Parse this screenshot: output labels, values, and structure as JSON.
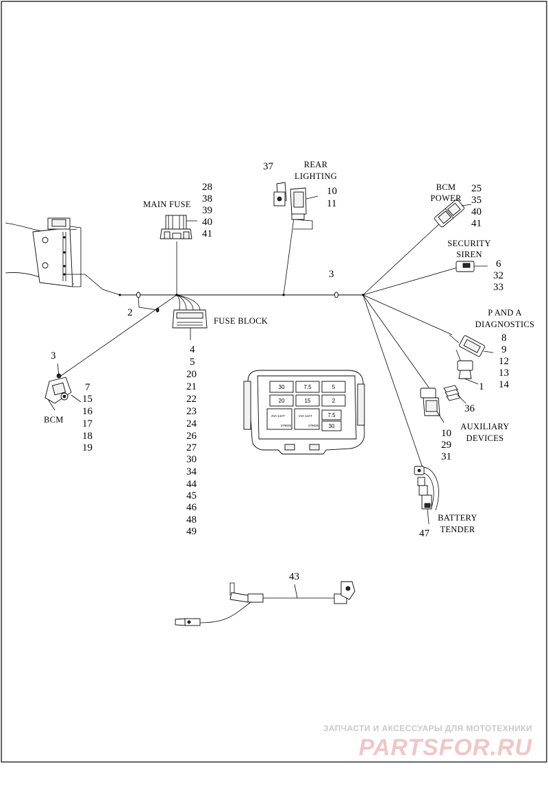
{
  "callouts": {
    "part_37": "37",
    "rear_lighting_line1": "REAR",
    "rear_lighting_line2": "LIGHTING",
    "rear_lighting_nums": [
      "10",
      "11"
    ],
    "main_fuse": "MAIN FUSE",
    "main_fuse_nums": [
      "28",
      "38",
      "39",
      "40",
      "41"
    ],
    "bcm_power_line1": "BCM",
    "bcm_power_line2": "POWER",
    "bcm_power_nums": [
      "25",
      "35",
      "40",
      "41"
    ],
    "security_siren_line1": "SECURITY",
    "security_siren_line2": "SIREN",
    "security_siren_nums": [
      "6",
      "32",
      "33"
    ],
    "trunk_3_right": "3",
    "trunk_2": "2",
    "bcm_3": "3",
    "fuse_block": "FUSE BLOCK",
    "fuse_block_nums": [
      "4",
      "5",
      "20",
      "21",
      "22",
      "23",
      "24",
      "26",
      "27",
      "30",
      "34",
      "44",
      "45",
      "46",
      "48",
      "49"
    ],
    "p_and_a_line1": "P AND A",
    "p_and_a_line2": "DIAGNOSTICS",
    "p_and_a_nums": [
      "8",
      "9",
      "12",
      "13",
      "14"
    ],
    "part_1": "1",
    "part_36": "36",
    "aux_line1": "AUXILIARY",
    "aux_line2": "DEVICES",
    "aux_nums": [
      "10",
      "29",
      "31"
    ],
    "bcm": "BCM",
    "bcm_nums": [
      "7",
      "15",
      "16",
      "17",
      "18",
      "19"
    ],
    "battery_line1": "BATTERY",
    "battery_line2": "TENDER",
    "part_47": "47",
    "part_43": "43"
  },
  "fuse_panel": {
    "fuses": [
      "30",
      "7.5",
      "5",
      "20",
      "15",
      "2",
      "7.5",
      "30"
    ],
    "relay_caption": "2VA 14AT",
    "relay_tag": "279025"
  },
  "watermark": {
    "line1": "ЗАПЧАСТИ И АКСЕССУАРЫ ДЛЯ МОТОТЕХНИКИ",
    "line2": "PARTSFOR.RU"
  }
}
